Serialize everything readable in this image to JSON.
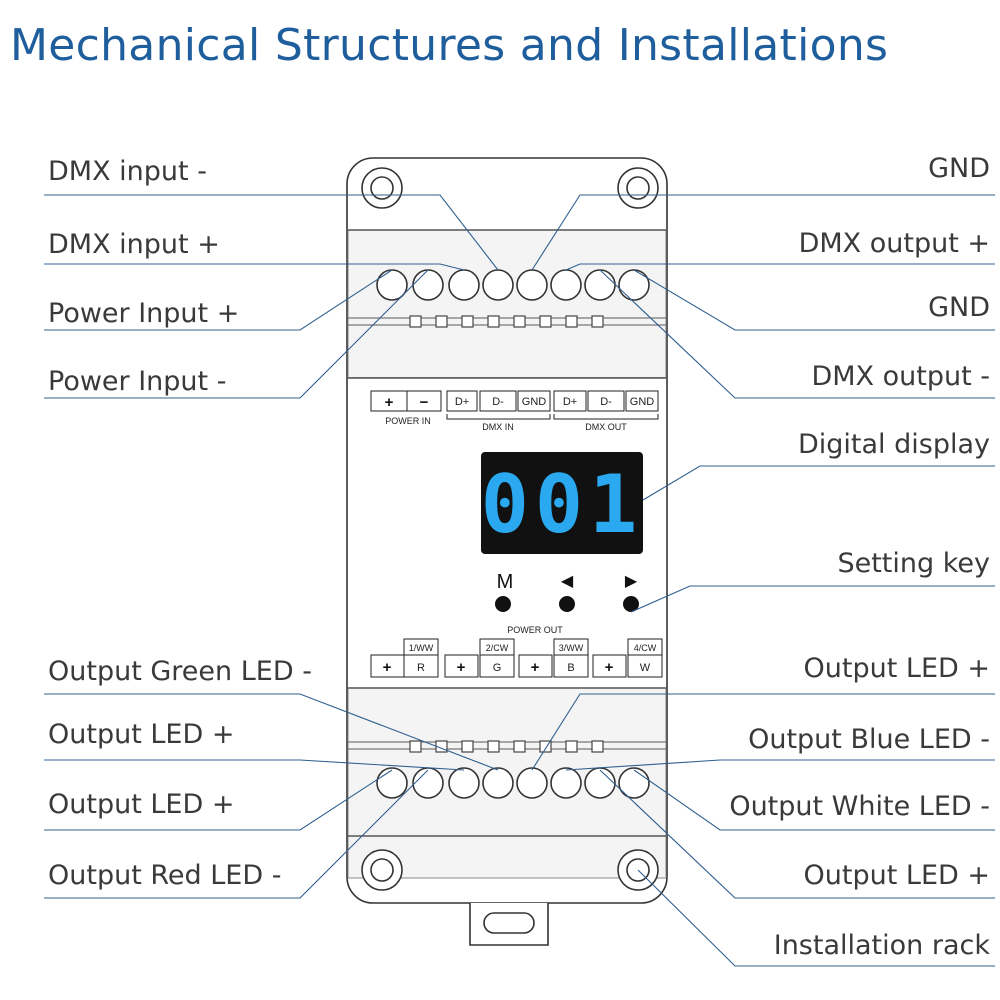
{
  "title": "Mechanical Structures and Installations",
  "display_value": "001",
  "keys": {
    "m": "M",
    "left": "◀",
    "right": "▶"
  },
  "top_terminal_block": {
    "power_labels": [
      "+",
      "−"
    ],
    "power_caption": "POWER IN",
    "dmx_in_labels": [
      "D+",
      "D-",
      "GND"
    ],
    "dmx_in_caption": "DMX IN",
    "dmx_out_labels": [
      "D+",
      "D-",
      "GND"
    ],
    "dmx_out_caption": "DMX OUT"
  },
  "bottom_terminal_block": {
    "caption": "POWER OUT",
    "channels": [
      {
        "plus": "+",
        "tag": "1/WW",
        "letter": "R"
      },
      {
        "plus": "+",
        "tag": "2/CW",
        "letter": "G"
      },
      {
        "plus": "+",
        "tag": "3/WW",
        "letter": "B"
      },
      {
        "plus": "+",
        "tag": "4/CW",
        "letter": "W"
      }
    ]
  },
  "labels_left": [
    "DMX input -",
    "DMX input +",
    "Power Input +",
    "Power Input -",
    "Output Green LED -",
    "Output LED +",
    "Output LED +",
    "Output Red LED -"
  ],
  "labels_right": [
    "GND",
    "DMX output +",
    "GND",
    "DMX output -",
    "Digital display",
    "Setting key",
    "Output LED +",
    "Output Blue LED -",
    "Output White LED -",
    "Output LED +",
    "Installation rack"
  ],
  "colors": {
    "title": "#1f5e9c",
    "leader": "#2f5f8f",
    "display_digits": "#2aa8f0",
    "display_bg": "#111111"
  }
}
